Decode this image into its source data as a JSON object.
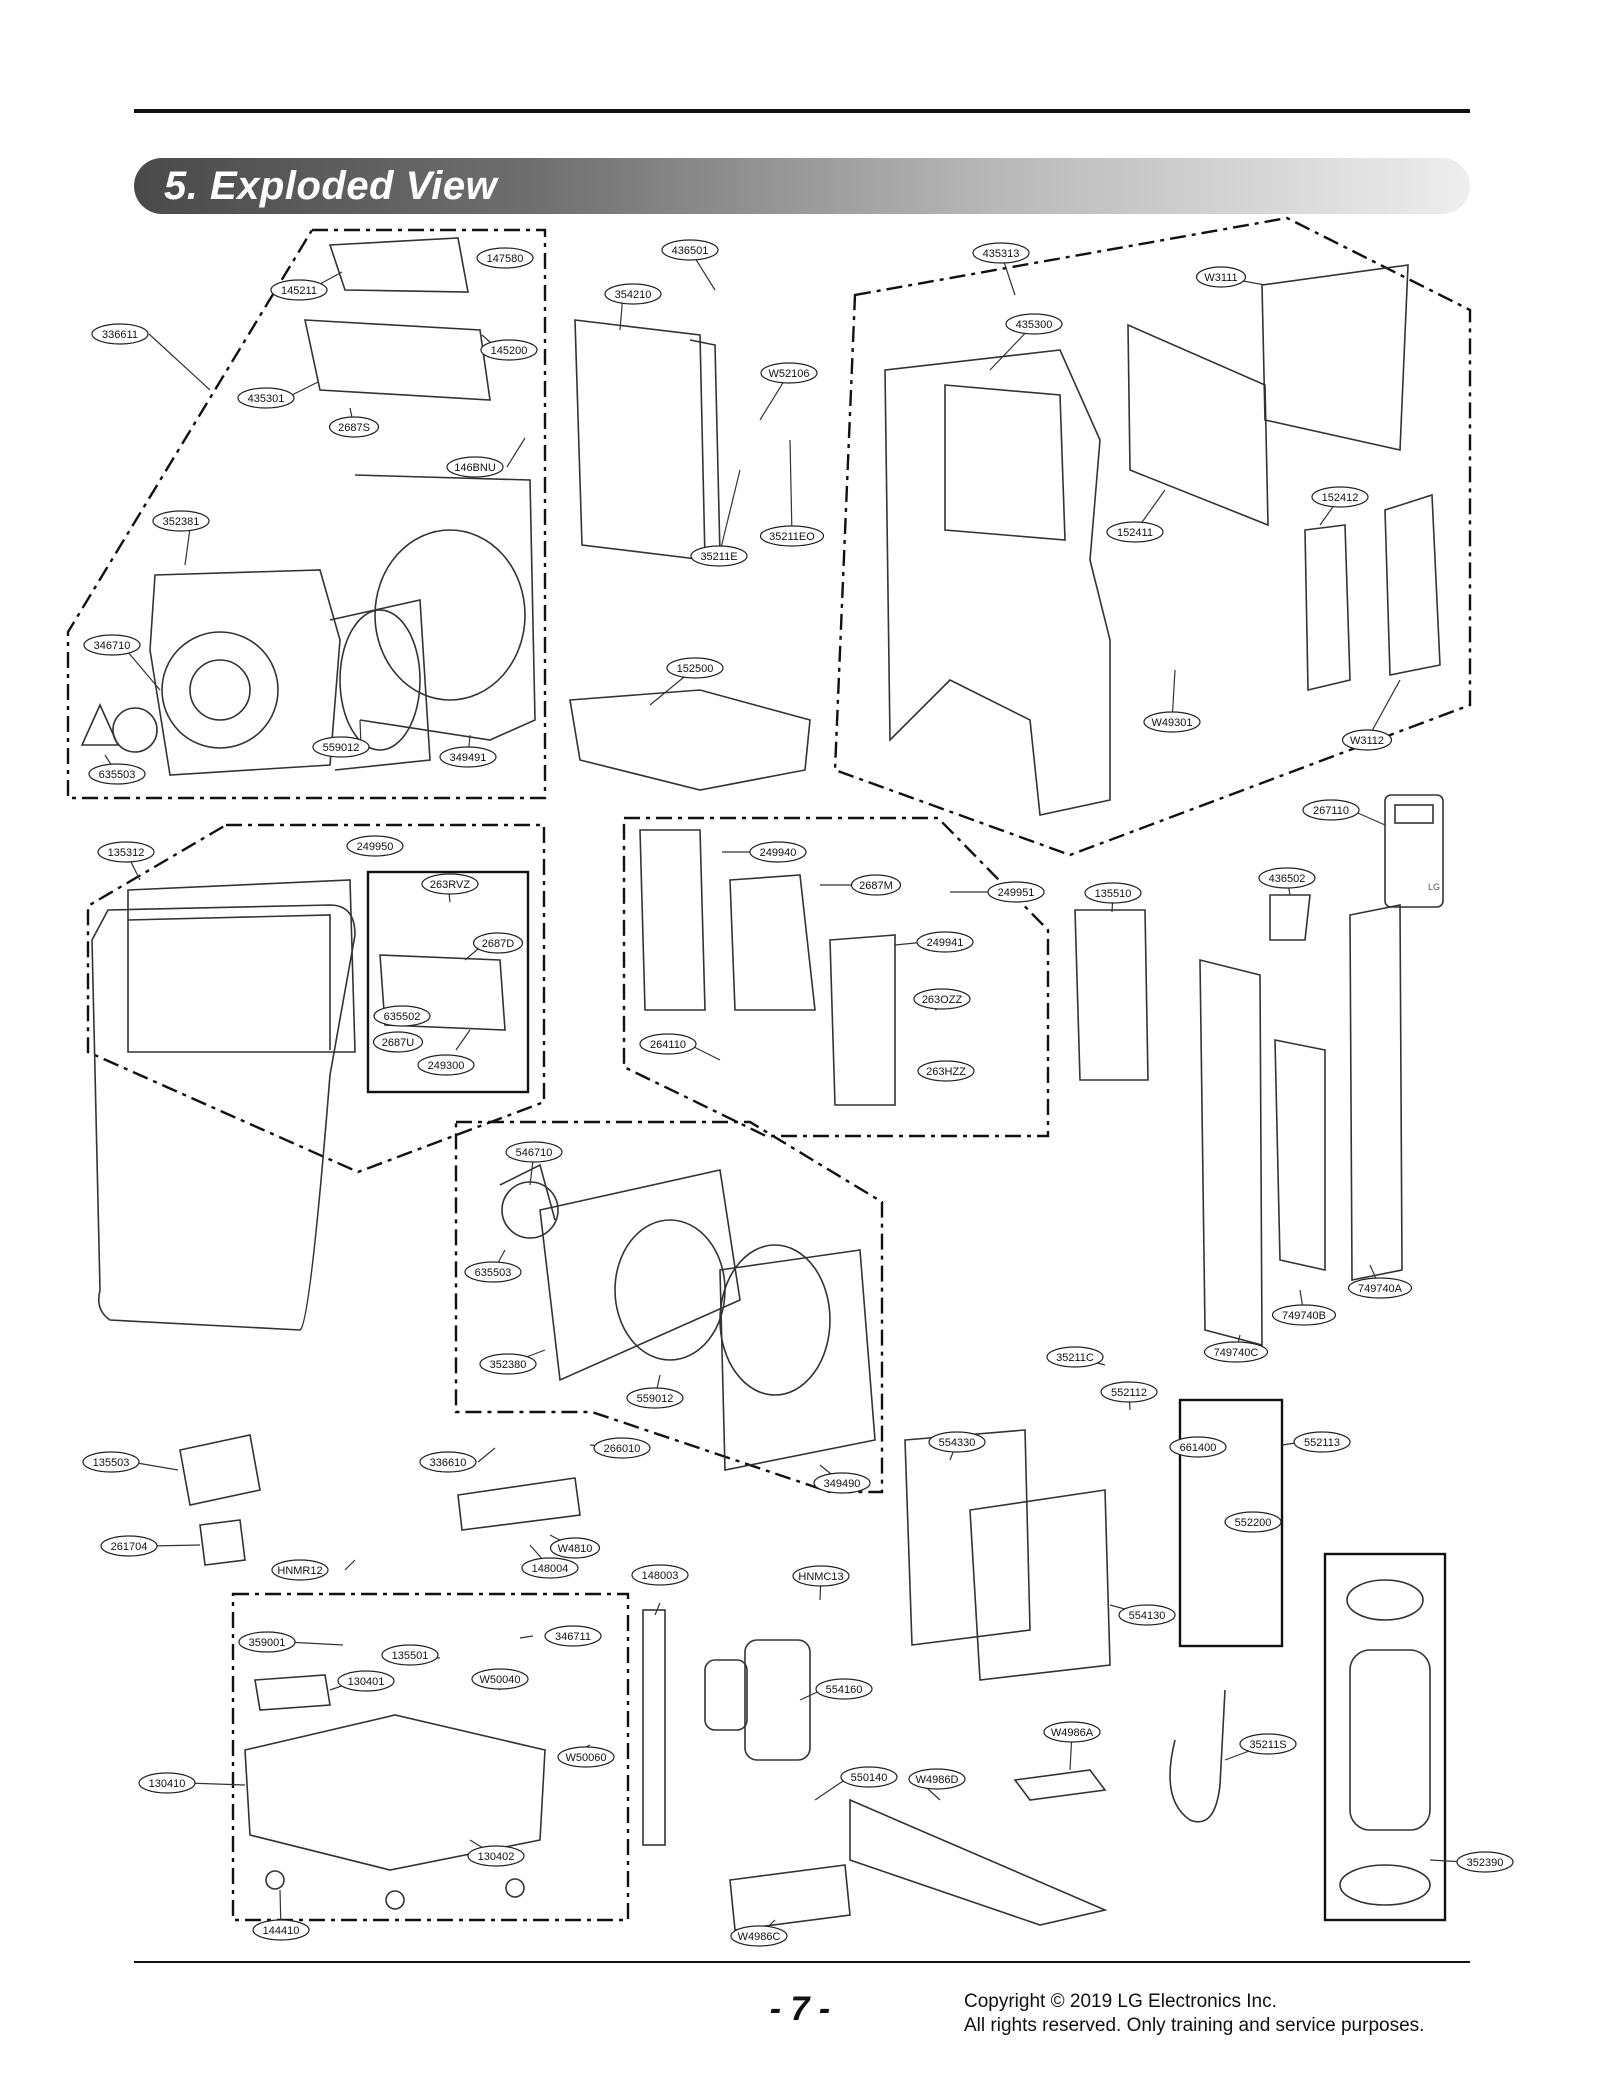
{
  "page": {
    "section_title": "5. Exploded View",
    "page_number": "- 7 -",
    "copyright_line1": "Copyright © 2019 LG Electronics Inc.",
    "copyright_line2": "All rights reserved. Only training and service purposes."
  },
  "part_labels": [
    "147580",
    "145211",
    "145200",
    "336611",
    "435301",
    "2687S",
    "146BNU",
    "352381",
    "346710",
    "559012",
    "349491",
    "635503",
    "436501",
    "354210",
    "W52106",
    "35211E",
    "35211EO",
    "152500",
    "435313",
    "W3111",
    "435300",
    "152411",
    "152412",
    "W49301",
    "W3112",
    "267110",
    "135312",
    "249950",
    "263RVZ",
    "2687D",
    "635502",
    "2687U",
    "249300",
    "249940",
    "2687M",
    "249951",
    "249941",
    "263OZZ",
    "264110",
    "263HZZ",
    "135510",
    "436502",
    "546710",
    "635503",
    "352380",
    "559012",
    "349490",
    "336610",
    "266010",
    "749740A",
    "749740B",
    "749740C",
    "35211C",
    "552112",
    "552113",
    "661400",
    "552200",
    "554330",
    "554130",
    "135503",
    "261704",
    "HNMR12",
    "W4810",
    "148004",
    "148003",
    "HNMC13",
    "359001",
    "135501",
    "346711",
    "130401",
    "W50040",
    "W50060",
    "130410",
    "130402",
    "144410",
    "554160",
    "550140",
    "W4986D",
    "W4986A",
    "W4986C",
    "35211S",
    "352390"
  ],
  "logo_text": "LG"
}
